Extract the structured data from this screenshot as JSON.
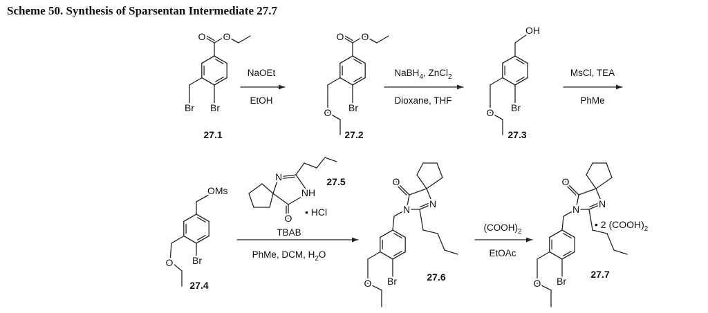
{
  "title": "Scheme 50. Synthesis of Sparsentan Intermediate 27.7",
  "compounds": {
    "c271": {
      "label": "27.1",
      "atoms": {
        "o1": "O",
        "o2": "O",
        "br1": "Br",
        "br2": "Br"
      }
    },
    "c272": {
      "label": "27.2",
      "atoms": {
        "o1": "O",
        "o2": "O",
        "o3": "O",
        "br": "Br"
      }
    },
    "c273": {
      "label": "27.3",
      "atoms": {
        "oh": "OH",
        "o3": "O",
        "br": "Br"
      }
    },
    "c274": {
      "label": "27.4",
      "atoms": {
        "oms": "OMs",
        "o3": "O",
        "br": "Br"
      }
    },
    "c275": {
      "label": "27.5",
      "atoms": {
        "n": "N",
        "nh": "NH",
        "o": "O"
      },
      "salt": "• HCl"
    },
    "c276": {
      "label": "27.6",
      "atoms": {
        "o": "O",
        "n1": "N",
        "n3": "N",
        "o3": "O",
        "br": "Br"
      }
    },
    "c277": {
      "label": "27.7",
      "atoms": {
        "o": "O",
        "n1": "N",
        "n3": "N",
        "o3": "O",
        "br": "Br"
      },
      "salt": "• 2 (COOH)",
      "salt_sub": "2"
    }
  },
  "steps": [
    {
      "above": "NaOEt",
      "below": "EtOH"
    },
    {
      "above": "NaBH",
      "above_sub1": "4",
      "above_mid": ", ZnCl",
      "above_sub2": "2",
      "below": "Dioxane, THF"
    },
    {
      "above": "MsCl, TEA",
      "below": "PhMe"
    },
    {
      "above": "TBAB",
      "below": "PhMe, DCM, H",
      "below_sub": "2",
      "below_end": "O"
    },
    {
      "above": "(COOH)",
      "above_sub": "2",
      "below": "EtOAc"
    }
  ]
}
